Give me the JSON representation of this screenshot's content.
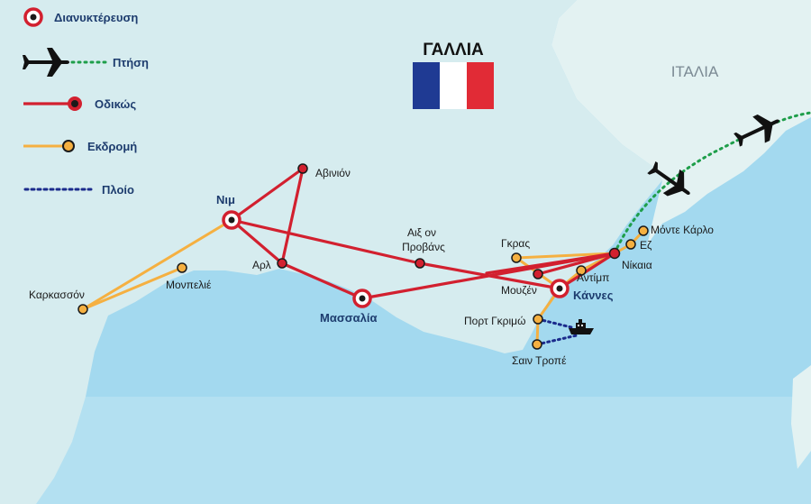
{
  "colors": {
    "sea": "#a3d9ef",
    "sea_light": "#c8e9f5",
    "land": "#d6ecef",
    "land_italy": "#e3f2f2",
    "road": "#d2202f",
    "excursion": "#f5b041",
    "flight": "#1e9e4a",
    "ship": "#1b2b8c",
    "flag_blue": "#1f3a93",
    "flag_white": "#ffffff",
    "flag_red": "#e12b36",
    "text_dark": "#1d3c6e"
  },
  "legend": {
    "overnight": "Διανυκτέρευση",
    "flight": "Πτήση",
    "road": "Οδικώς",
    "excursion": "Εκδρομή",
    "ship": "Πλοίο"
  },
  "country_labels": {
    "france": "ΓΑΛΛΙΑ",
    "italy": "ΙΤΑΛΙΑ"
  },
  "icons": {
    "plane": "airplane-icon",
    "ship": "ship-icon",
    "overnight_marker": "overnight-marker-icon",
    "flag": "france-flag-icon"
  },
  "places": {
    "nimes": "Νιμ",
    "avignon": "Αβινιόν",
    "arles": "Αρλ",
    "aix_line1": "Αιξ ον",
    "aix_line2": "Προβάνς",
    "marseille": "Μασσαλία",
    "carcassonne": "Καρκασσόν",
    "montpellier": "Μονπελιέ",
    "grasse": "Γκρας",
    "mougins": "Μουζέν",
    "cannes": "Κάννες",
    "antibes": "Αντίμπ",
    "nice": "Νίκαια",
    "eze": "Εζ",
    "monte_carlo": "Μόντε Κάρλο",
    "port_grimaud": "Πορτ Γκριμώ",
    "saint_tropez": "Σαιν Τροπέ"
  }
}
